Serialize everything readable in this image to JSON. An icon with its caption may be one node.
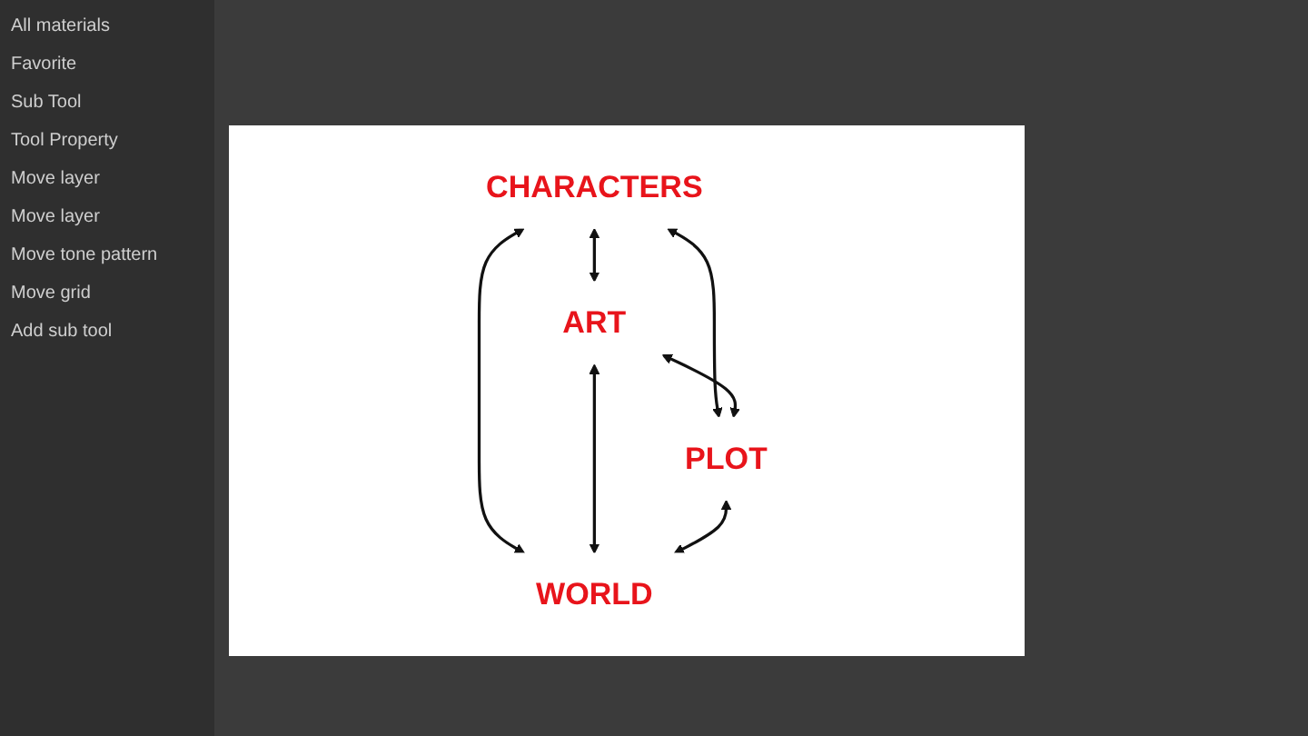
{
  "diagram": {
    "nodes": [
      {
        "text": [
          "CHARACTERS"
        ]
      },
      {
        "text": [
          "ART"
        ]
      },
      {
        "text": [
          "PLOT"
        ]
      },
      {
        "text": [
          "WORLD"
        ]
      }
    ],
    "edges": [
      {
        "from": 0,
        "to": 1,
        "arrow": "both"
      },
      {
        "from": 0,
        "to": 2,
        "arrow": "both"
      },
      {
        "from": 0,
        "to": 3,
        "arrow": "both"
      },
      {
        "from": 1,
        "to": 2,
        "arrow": "both"
      },
      {
        "from": 1,
        "to": 3,
        "arrow": "both"
      },
      {
        "from": 2,
        "to": 3,
        "arrow": "both"
      }
    ],
    "labels": [
      "All materials",
      "Favorite",
      "Sub Tool",
      "Tool Property",
      "Move layer",
      "Move layer",
      "Move tone pattern",
      "Move grid",
      "Add sub tool"
    ]
  }
}
